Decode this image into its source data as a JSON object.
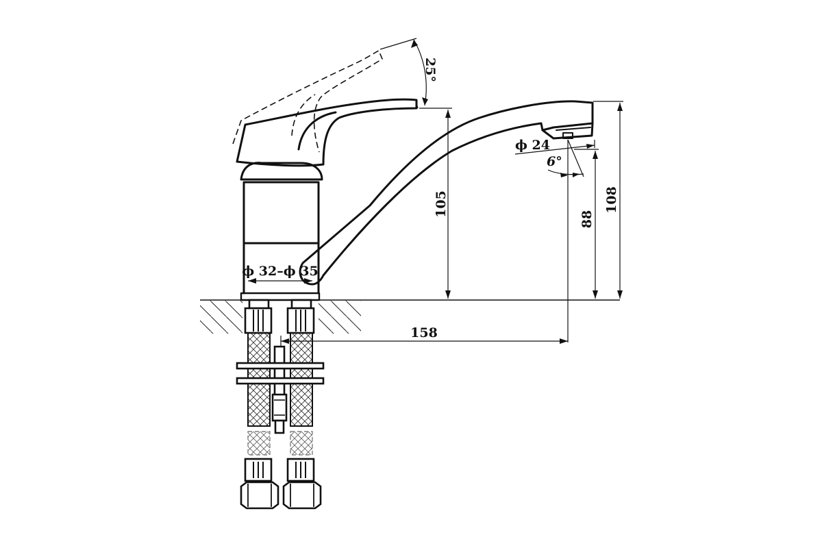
{
  "drawing": {
    "dimensions": {
      "angle_lever": "25°",
      "angle_spout": "6°",
      "diameter_outlet": "ϕ 24",
      "diameter_hole": "ϕ 32–ϕ 35",
      "height_lever": "105",
      "height_outlet": "88",
      "height_spout": "108",
      "reach_spout": "158"
    },
    "colors": {
      "line": "#111111",
      "background": "#ffffff"
    }
  }
}
